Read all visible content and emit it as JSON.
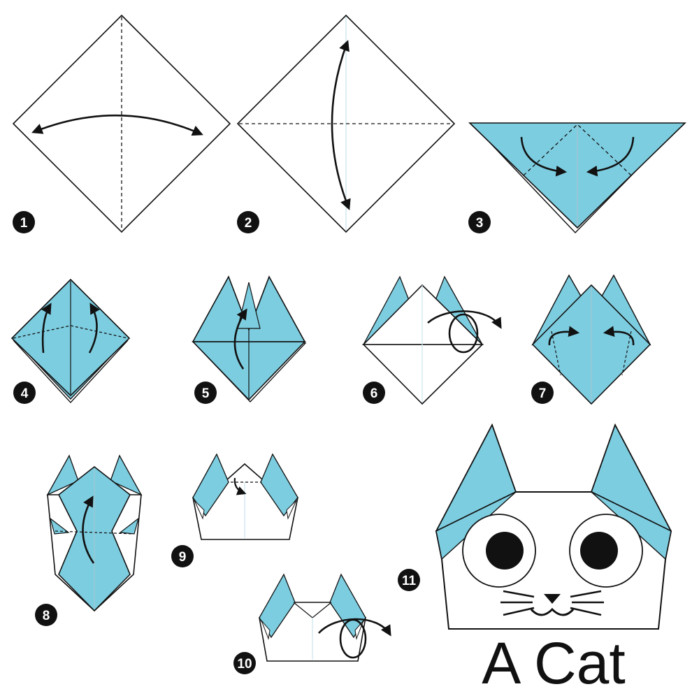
{
  "title": "A Cat",
  "steps": [
    "1",
    "2",
    "3",
    "4",
    "5",
    "6",
    "7",
    "8",
    "9",
    "10",
    "11"
  ],
  "colors": {
    "paper_blue": "#7dcde0",
    "paper_white": "#ffffff",
    "line": "#1a1a1a",
    "crease": "#9ec7d3"
  },
  "icons": [
    "fold-arrow-icon",
    "turn-over-arrow-icon"
  ]
}
